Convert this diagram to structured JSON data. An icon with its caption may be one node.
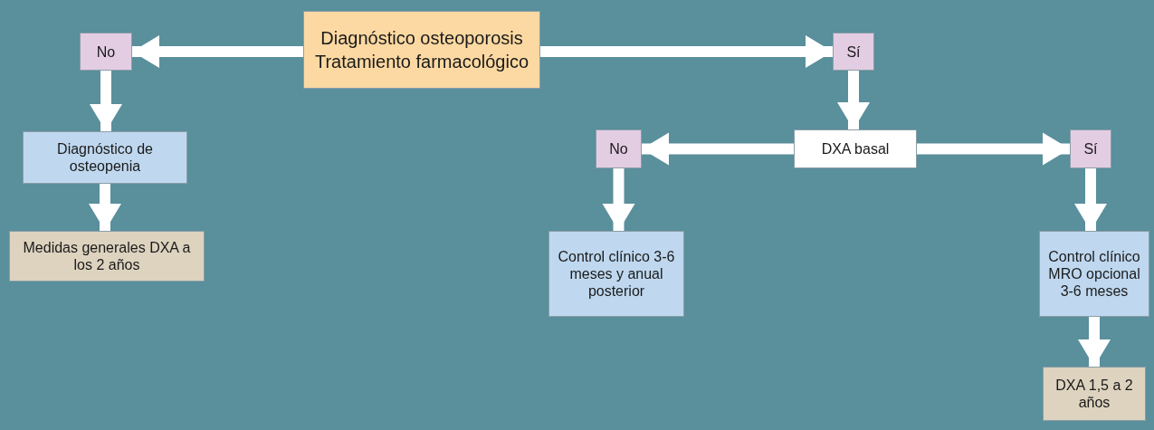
{
  "diagram": {
    "nodes": [
      {
        "text": [
          "Diagnóstico osteoporosis",
          "Tratamiento farmacológico"
        ]
      },
      {
        "text": [
          "No"
        ]
      },
      {
        "text": [
          "Sí"
        ]
      },
      {
        "text": [
          "Diagnóstico de osteopenia"
        ]
      },
      {
        "text": [
          "Medidas generales DXA a los 2 años"
        ]
      },
      {
        "text": [
          "DXA basal"
        ]
      },
      {
        "text": [
          "No"
        ]
      },
      {
        "text": [
          "Sí"
        ]
      },
      {
        "text": [
          "Control clínico 3-6 meses y anual posterior"
        ]
      },
      {
        "text": [
          "Control clínico MRO opcional 3-6 meses"
        ]
      },
      {
        "text": [
          "DXA 1,5 a 2 años"
        ]
      }
    ],
    "edges": [
      {
        "from": 0,
        "to": 1,
        "arrow": "to"
      },
      {
        "from": 0,
        "to": 2,
        "arrow": "to"
      },
      {
        "from": 1,
        "to": 3,
        "arrow": "to"
      },
      {
        "from": 3,
        "to": 4,
        "arrow": "to"
      },
      {
        "from": 2,
        "to": 5,
        "arrow": "to"
      },
      {
        "from": 5,
        "to": 6,
        "arrow": "to"
      },
      {
        "from": 5,
        "to": 7,
        "arrow": "to"
      },
      {
        "from": 6,
        "to": 8,
        "arrow": "to"
      },
      {
        "from": 7,
        "to": 9,
        "arrow": "to"
      },
      {
        "from": 9,
        "to": 10,
        "arrow": "to"
      }
    ]
  }
}
